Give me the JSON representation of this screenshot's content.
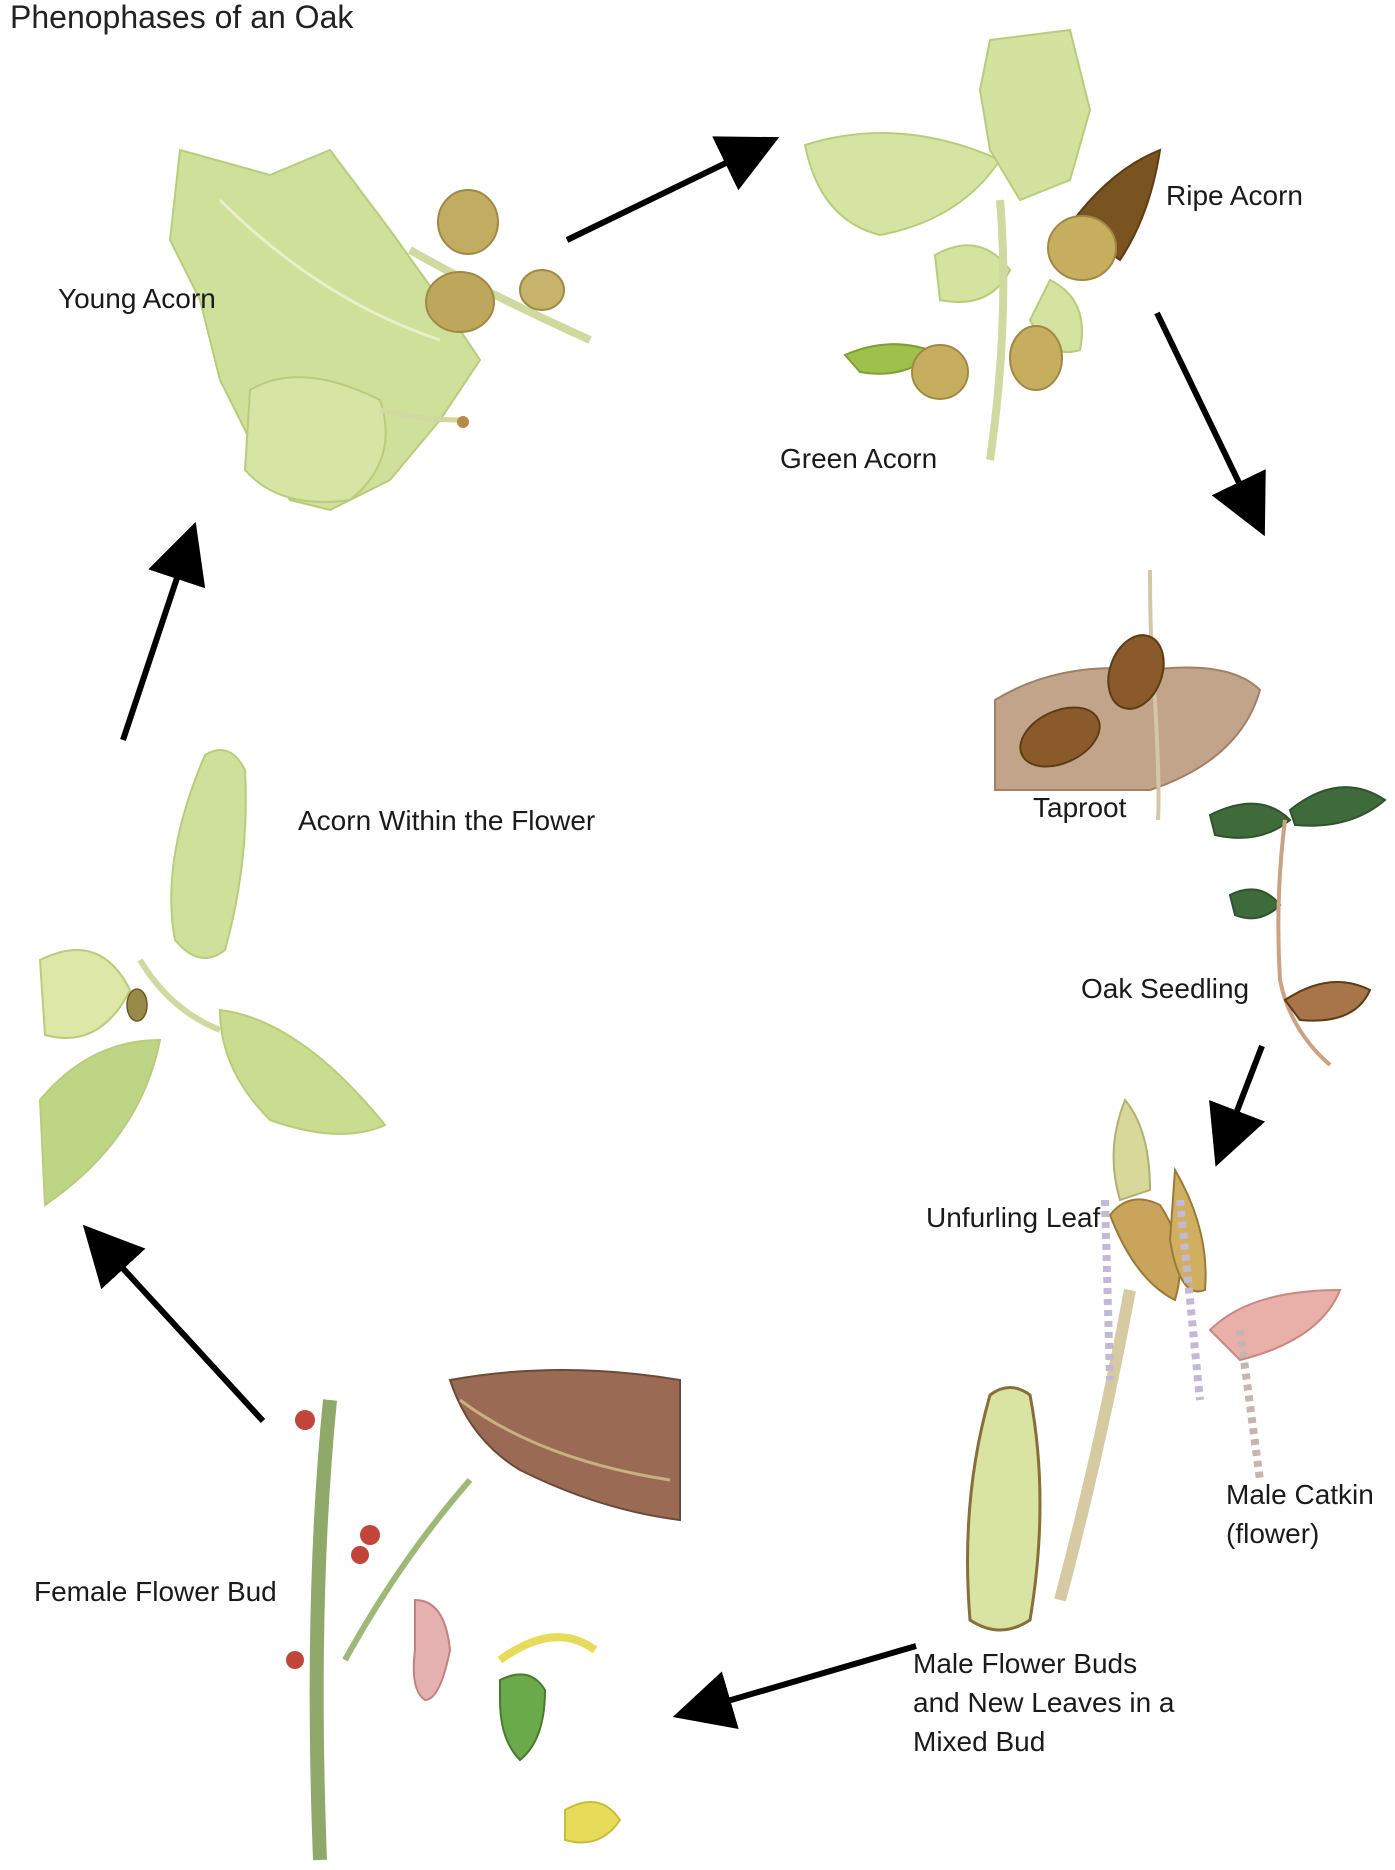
{
  "title": "Phenophases of an Oak",
  "stages": {
    "young_acorn": "Young Acorn",
    "ripe_acorn": "Ripe Acorn",
    "green_acorn": "Green Acorn",
    "taproot": "Taproot",
    "oak_seedling": "Oak Seedling",
    "unfurling_leaf": "Unfurling Leaf",
    "male_catkin_1": "Male Catkin",
    "male_catkin_2": "(flower)",
    "male_buds_1": "Male Flower Buds",
    "male_buds_2": "and New Leaves in a",
    "male_buds_3": "Mixed Bud",
    "female_bud": "Female Flower Bud",
    "acorn_in_flower": "Acorn Within the Flower"
  },
  "colors": {
    "leaf_light": "#d9e6a6",
    "leaf_mid": "#c3d98a",
    "acorn_cup": "#b9a05a",
    "acorn_brown": "#8a5a2b",
    "seedling_leaf": "#3f6b3a",
    "soil": "#b89880",
    "female_leaf": "#9a6a55",
    "female_red": "#c2453a",
    "flower_yellow": "#e6dc5a",
    "arrow": "#000000"
  }
}
